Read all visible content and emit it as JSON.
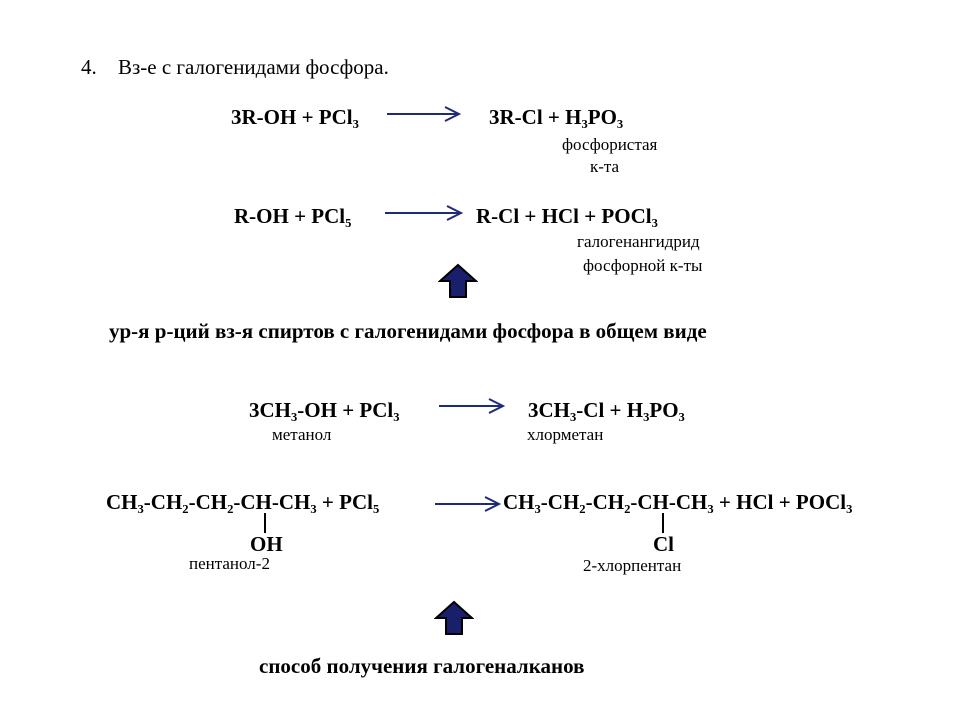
{
  "heading": {
    "number": "4.",
    "text": "Вз-е с галогенидами фосфора."
  },
  "reaction1": {
    "left": "3R-OH + PCl₃",
    "right": "3R-Cl + H₃PO₃",
    "note_line1": "фосфористая",
    "note_line2": "к-та"
  },
  "reaction2": {
    "left": "R-OH + PCl₅",
    "right": "R-Cl + HCl + POCl₃",
    "note_line1": "галогенангидрид",
    "note_line2": "фосфорной к-ты"
  },
  "general_caption": "ур-я р-ций вз-я спиртов с галогенидами фосфора в общем виде",
  "reaction3": {
    "left": "3CH₃-OH + PCl₃",
    "left_name": "метанол",
    "right": "3CH₃-Cl   +  H₃PO₃",
    "right_name": "хлорметан"
  },
  "reaction4": {
    "left": "CH₃-CH₂-CH₂-CH-CH₃   + PCl₅",
    "left_substituent": "OH",
    "left_name": "пентанол-2",
    "right": "CH₃-CH₂-CH₂-CH-CH₃ + HCl + POCl₃",
    "right_substituent": "Cl",
    "right_name": "2-хлорпентан"
  },
  "footer_caption": "способ получения галогеналканов",
  "colors": {
    "arrow": "#1f2a7a",
    "up_arrow_fill": "#1a1f6b",
    "up_arrow_stroke": "#000000"
  }
}
